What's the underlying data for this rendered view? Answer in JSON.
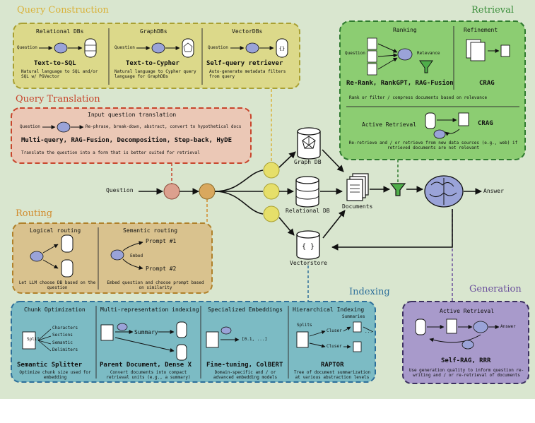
{
  "sections": {
    "query_construction": {
      "title": "Query Construction",
      "relational": {
        "heading": "Relational DBs",
        "input": "Question",
        "method": "Text-to-SQL",
        "desc": "Natural language to SQL and/or SQL w/ PGVector"
      },
      "graph": {
        "heading": "GraphDBs",
        "input": "Question",
        "method": "Text-to-Cypher",
        "desc": "Natural language to Cypher query language for GraphDBs"
      },
      "vector": {
        "heading": "VectorDBs",
        "input": "Question",
        "method": "Self-query retriever",
        "desc": "Auto-generate metadata filters from query"
      }
    },
    "query_translation": {
      "title": "Query Translation",
      "heading": "Input question translation",
      "input": "Question",
      "flow": "Re-phrase, break-down, abstract, convert to hypothetical docs",
      "methods": "Multi-query, RAG-Fusion, Decomposition, Step-back, HyDE",
      "desc": "Translate the question into a form that is better suited for retrieval"
    },
    "routing": {
      "title": "Routing",
      "logical": {
        "heading": "Logical routing",
        "desc": "Let LLM choose DB based on the question"
      },
      "semantic": {
        "heading": "Semantic routing",
        "prompt1": "Prompt #1",
        "prompt2": "Prompt #2",
        "embed": "Embed",
        "desc": "Embed question and choose prompt based on similarity"
      }
    },
    "retrieval": {
      "title": "Retrieval",
      "ranking": {
        "heading": "Ranking",
        "input": "Question",
        "relevance": "Relevance",
        "methods": "Re-Rank, RankGPT, RAG-Fusion"
      },
      "refinement": {
        "heading": "Refinement",
        "method": "CRAG"
      },
      "filter_desc": "Rank or filter / compress documents based on relevance",
      "active": {
        "heading": "Active Retrieval",
        "method": "CRAG",
        "desc": "Re-retrieve and / or retrieve from new data sources (e.g., web) if retrieved documents are not relevant"
      }
    },
    "indexing": {
      "title": "Indexing",
      "chunk": {
        "heading": "Chunk Optimization",
        "split": "Split",
        "items": [
          "Characters",
          "Sections",
          "Semantic",
          "Delimiters"
        ],
        "method": "Semantic Splitter",
        "desc": "Optimize chunk size used for embedding"
      },
      "multirep": {
        "heading": "Multi-representation indexing",
        "summary": "Summary",
        "method": "Parent Document, Dense X",
        "desc": "Convert documents into compact retrieval units (e.g., a summary)"
      },
      "specialized": {
        "heading": "Specialized Embeddings",
        "vector": "[0.1, ...]",
        "method": "Fine-tuning, ColBERT",
        "desc": "Domain-specific and / or advanced embedding models"
      },
      "hierarchical": {
        "heading": "Hierarchical Indexing",
        "summaries": "Summaries",
        "splits": "Splits",
        "cluster1": "Cluser",
        "cluster2": "Cluser",
        "dots": "...",
        "method": "RAPTOR",
        "desc": "Tree of document summarization at various abstraction levels"
      }
    },
    "generation": {
      "title": "Generation",
      "heading": "Active Retrieval",
      "answer": "Answer",
      "method": "Self-RAG, RRR",
      "desc": "Use generation quality to inform question re-writing and / or re-retrieval of documents"
    }
  },
  "flow": {
    "question": "Question",
    "graph_db": "Graph DB",
    "relational_db": "Relational DB",
    "vectorstore": "Vectorstore",
    "documents": "Documents",
    "answer": "Answer"
  },
  "colors": {
    "background": "#d9e6cf",
    "yellow_box": "#dcd98a",
    "red_box": "#ebc8b6",
    "orange_box": "#d9c28e",
    "green_box": "#8ccd72",
    "blue_box": "#7cbbc4",
    "purple_box": "#a89acb",
    "yellow_title": "#d9b23a",
    "red_title": "#c8452c",
    "orange_title": "#d18b2d",
    "green_title": "#3c8f3c",
    "blue_title": "#2d6f9a",
    "purple_title": "#6a4f9c"
  }
}
